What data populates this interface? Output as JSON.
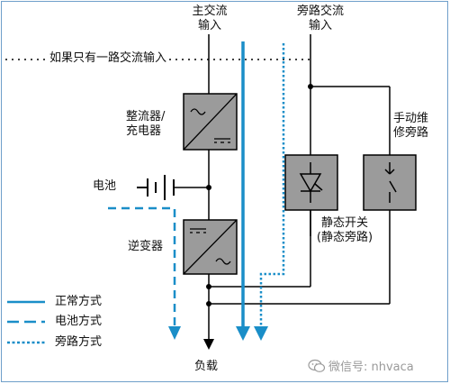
{
  "labels": {
    "main_ac_line1": "主交流",
    "main_ac_line2": "输入",
    "bypass_ac_line1": "旁路交流",
    "bypass_ac_line2": "输入",
    "single_ac_note": "如果只有一路交流输入",
    "rectifier_line1": "整流器/",
    "rectifier_line2": "充电器",
    "battery": "电池",
    "inverter": "逆变器",
    "maintenance_line1": "手动维",
    "maintenance_line2": "修旁路",
    "static_switch_line1": "静态开关",
    "static_switch_line2": "(静态旁路)",
    "load": "负载"
  },
  "legend": [
    {
      "label": "正常方式",
      "style": "solid",
      "color": "#1a8ec8"
    },
    {
      "label": "电池方式",
      "style": "dashed",
      "color": "#1a8ec8"
    },
    {
      "label": "旁路方式",
      "style": "dotted",
      "color": "#1a8ec8"
    }
  ],
  "watermark": {
    "text": "微信号: nhvaca",
    "icon": "wechat-icon"
  },
  "colors": {
    "flow": "#1a8ec8",
    "box_fill": "#9b9b9b",
    "frame": "#6f9fca"
  }
}
